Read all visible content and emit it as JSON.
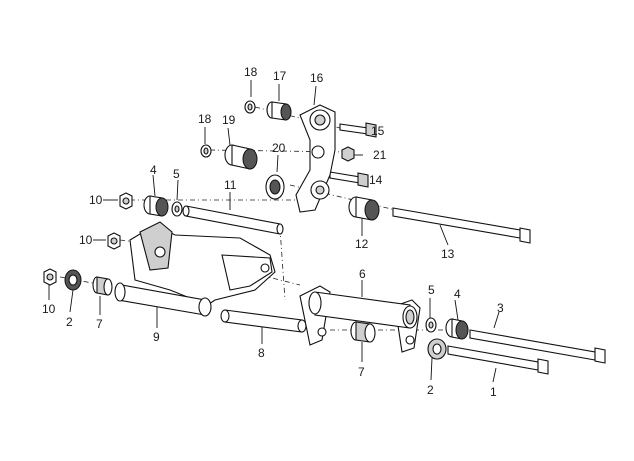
{
  "labels": {
    "l1": "1",
    "l2a": "2",
    "l2b": "2",
    "l3": "3",
    "l4a": "4",
    "l4b": "4",
    "l5a": "5",
    "l5b": "5",
    "l6": "6",
    "l7a": "7",
    "l7b": "7",
    "l8": "8",
    "l9": "9",
    "l10a": "10",
    "l10b": "10",
    "l10c": "10",
    "l11": "11",
    "l12": "12",
    "l13": "13",
    "l14": "14",
    "l15": "15",
    "l16": "16",
    "l17": "17",
    "l18a": "18",
    "l18b": "18",
    "l19": "19",
    "l20": "20",
    "l21": "21"
  }
}
